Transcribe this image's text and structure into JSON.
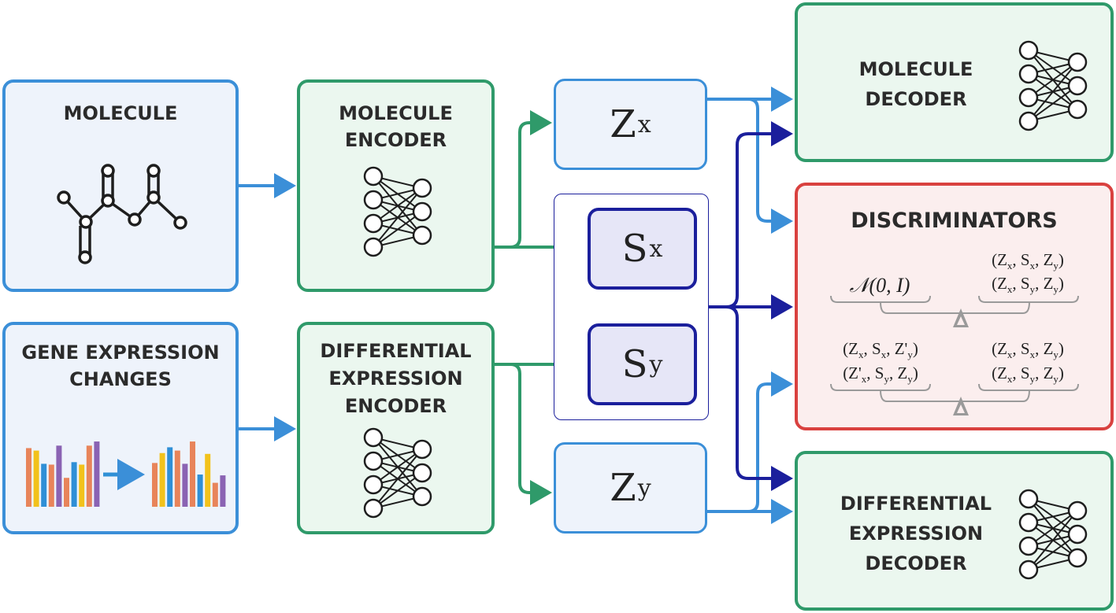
{
  "inputs": {
    "molecule": {
      "title": "MOLECULE"
    },
    "gene_expression": {
      "title_line1": "GENE EXPRESSION",
      "title_line2": "CHANGES"
    }
  },
  "encoders": {
    "molecule": {
      "title_line1": "MOLECULE",
      "title_line2": "ENCODER"
    },
    "differential": {
      "title_line1": "DIFFERENTIAL",
      "title_line2": "EXPRESSION",
      "title_line3": "ENCODER"
    }
  },
  "latents": {
    "zx": {
      "base": "Z",
      "sub": "x"
    },
    "sx": {
      "base": "S",
      "sub": "x"
    },
    "sy": {
      "base": "S",
      "sub": "y"
    },
    "zy": {
      "base": "Z",
      "sub": "y"
    }
  },
  "decoders": {
    "molecule": {
      "title_line1": "MOLECULE",
      "title_line2": "DECODER"
    },
    "differential": {
      "title_line1": "DIFFERENTIAL",
      "title_line2": "EXPRESSION",
      "title_line3": "DECODER"
    }
  },
  "discriminators": {
    "title": "DISCRIMINATORS",
    "prior": "𝒩(0, I)",
    "pair1_a": "(Zx, Sx, Zy)",
    "pair1_b": "(Zx, Sy, Zy)",
    "pair2_left_a": "(Zx, Sx, Z'y)",
    "pair2_left_b": "(Z'x, Sy, Zy)",
    "pair2_right_a": "(Zx, Sx, Zy)",
    "pair2_right_b": "(Zx, Sy, Zy)"
  },
  "colors": {
    "input_border": "#3b8fd8",
    "encoder_border": "#2f9a6a",
    "discriminator_border": "#d9413f",
    "shared_border": "#1b1f9c",
    "bar_colors": [
      "#e8845a",
      "#f2c21b",
      "#2f8fd6",
      "#8a63b3"
    ]
  },
  "bar_charts": {
    "before": [
      0.71,
      0.68,
      0.52,
      0.51,
      0.74,
      0.35,
      0.54,
      0.51,
      0.74,
      0.79
    ],
    "after": [
      0.53,
      0.65,
      0.72,
      0.68,
      0.52,
      0.79,
      0.39,
      0.64,
      0.29,
      0.38
    ]
  }
}
